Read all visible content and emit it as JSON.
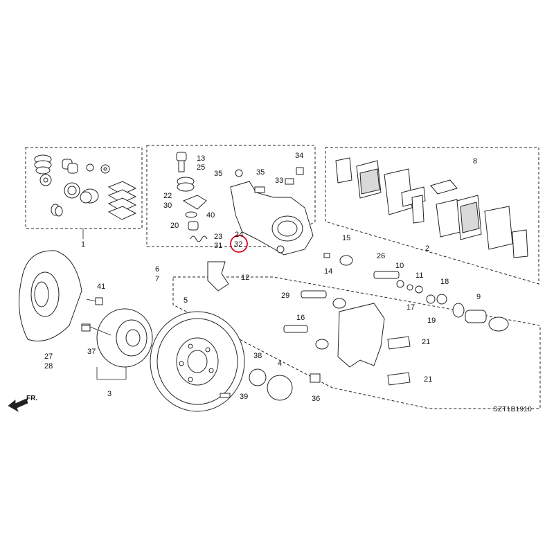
{
  "diagram_code": "SZT1B1910",
  "direction_label": "FR.",
  "highlight_color": "#e0001b",
  "highlighted_part": "32",
  "labels": {
    "l1": "1",
    "l2": "2",
    "l3": "3",
    "l4": "4",
    "l5": "5",
    "l6": "6",
    "l7": "7",
    "l8": "8",
    "l9": "9",
    "l10": "10",
    "l11": "11",
    "l12": "12",
    "l13": "13",
    "l14": "14",
    "l15": "15",
    "l16": "16",
    "l17": "17",
    "l18": "18",
    "l19": "19",
    "l20": "20",
    "l21a": "21",
    "l21b": "21",
    "l22": "22",
    "l23": "23",
    "l24": "24",
    "l25": "25",
    "l26": "26",
    "l27": "27",
    "l28": "28",
    "l29": "29",
    "l30": "30",
    "l31": "31",
    "l32": "32",
    "l33": "33",
    "l35a": "35",
    "l34": "34",
    "l35b": "35",
    "l36": "36",
    "l37": "37",
    "l38": "38",
    "l39": "39",
    "l40": "40",
    "l41": "41"
  }
}
